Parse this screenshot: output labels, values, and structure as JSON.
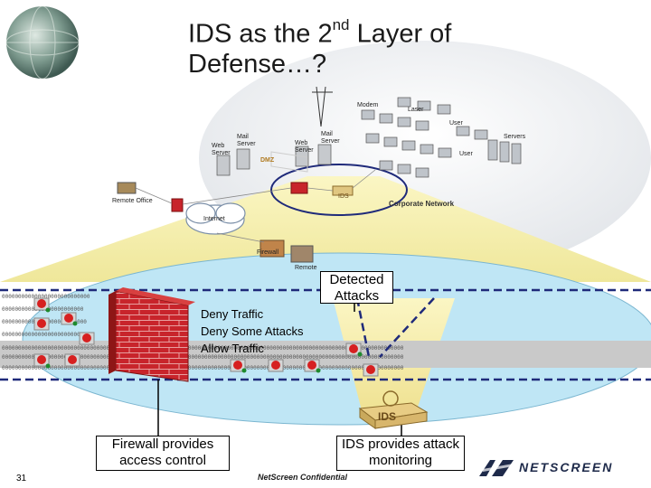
{
  "slide": {
    "title_prefix": "IDS as the 2",
    "title_sup": "nd",
    "title_suffix": " Layer of",
    "title_line2": "Defense…?",
    "slide_number": "31",
    "confidential": "NetScreen Confidential",
    "brand": "NETSCREEN"
  },
  "network": {
    "modem": "Modem",
    "laser": "Laser",
    "user_top": "User",
    "user_mid": "User",
    "servers": "Servers",
    "mail_server_left": "Mail Server",
    "web_server_left": "Web Server",
    "mail_server_right": "Mail Server",
    "web_server_right": "Web Server",
    "dmz": "DMZ",
    "ids_small": "IDS",
    "remote_office": "Remote Office",
    "internet": "Internet",
    "firewall": "Firewall",
    "remote_bottom": "Remote",
    "corporate_network": "Corporate Network"
  },
  "labels": {
    "detected_attacks": "Detected Attacks",
    "deny_traffic": "Deny Traffic",
    "deny_some_attacks": "Deny Some Attacks",
    "allow_traffic": "Allow Traffic",
    "firewall_box": "Firewall provides access control",
    "ids_box": "IDS provides attack monitoring",
    "ids_device": "IDS"
  },
  "colors": {
    "firewall_red": "#c8242b",
    "cone_yellow": "#f6f0a6",
    "ellipse_blue": "#bfe6f5",
    "dash_navy": "#1f2a7a"
  }
}
